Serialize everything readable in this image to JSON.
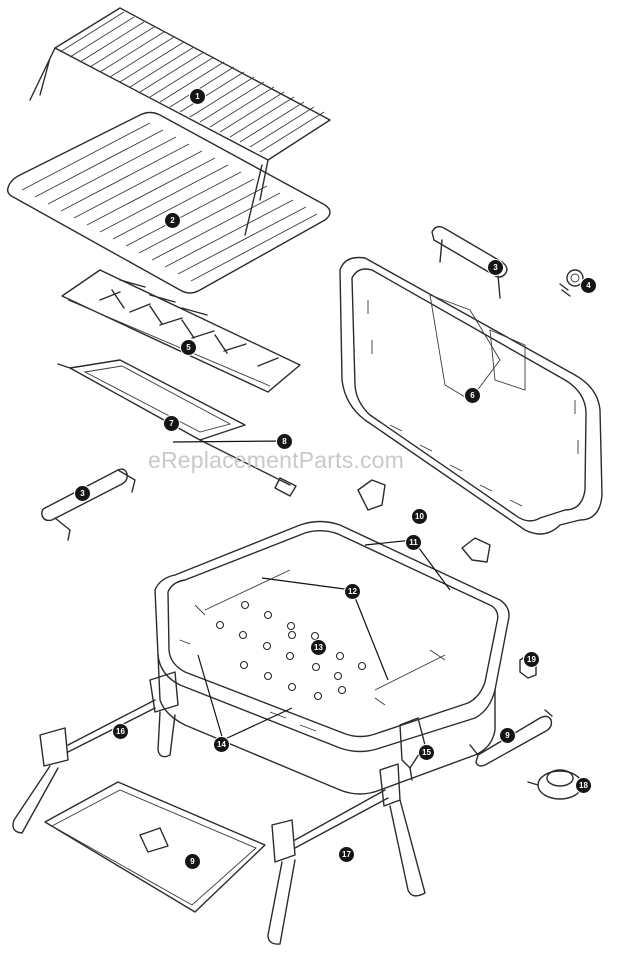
{
  "watermark": "eReplacementParts.com",
  "callouts": {
    "c1": "1",
    "c2": "2",
    "c3a": "3",
    "c4": "4",
    "c5": "5",
    "c6": "6",
    "c7": "7",
    "c8": "8",
    "c3b": "3",
    "c10": "10",
    "c11": "11",
    "c12": "12",
    "c13": "13",
    "c19": "19",
    "c9a": "9",
    "c15": "15",
    "c16": "16",
    "c14": "14",
    "c18": "18",
    "c17": "17",
    "c9b": "9"
  }
}
